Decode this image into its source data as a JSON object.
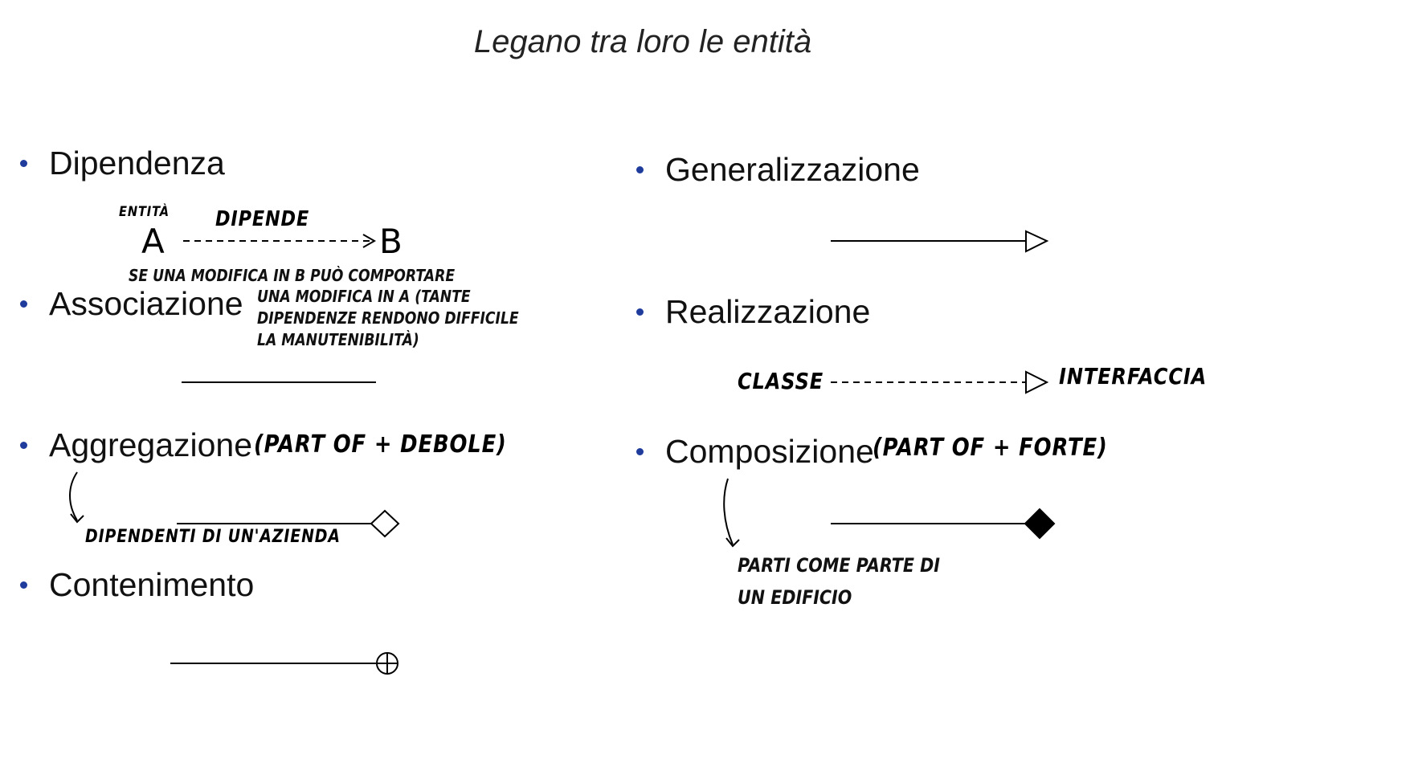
{
  "title": "Legano tra loro le entità",
  "colors": {
    "bullet": "#1f3c9c",
    "line": "#000000"
  },
  "bullets": {
    "dipendenza": "Dipendenza",
    "associazione": "Associazione",
    "aggregazione": "Aggregazione",
    "contenimento": "Contenimento",
    "generalizzazione": "Generalizzazione",
    "realizzazione": "Realizzazione",
    "composizione": "Composizione"
  },
  "handwriting": {
    "entita": "ENTITÀ",
    "a": "A",
    "b": "B",
    "dipende": "DIPENDE",
    "dependency_note": [
      "SE UNA MODIFICA IN B PUÒ COMPORTARE",
      "UNA MODIFICA IN A (TANTE",
      "DIPENDENZE RENDONO DIFFICILE",
      "LA MANUTENIBILITÀ)"
    ],
    "aggregazione_note": "(PART OF + DEBOLE)",
    "aggregazione_example": "DIPENDENTI DI UN'AZIENDA",
    "classe": "CLASSE",
    "interfaccia": "INTERFACCIA",
    "composizione_note": "(PART OF + FORTE)",
    "composizione_example": [
      "PARTI COME PARTE DI",
      "UN EDIFICIO"
    ]
  }
}
